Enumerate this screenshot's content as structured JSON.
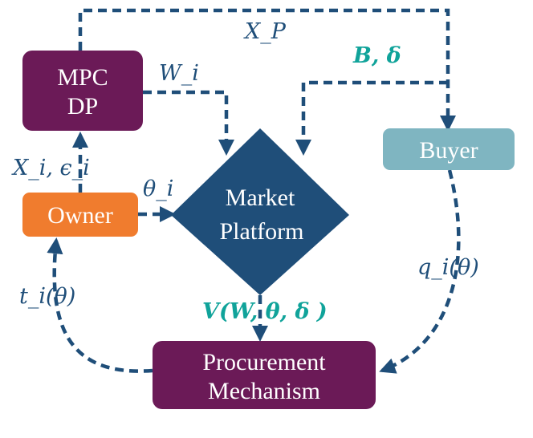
{
  "nodes": {
    "mpc": {
      "line1": "MPC",
      "line2": "DP",
      "color": "#6b1a57"
    },
    "owner": {
      "label": "Owner",
      "color": "#f07c2e"
    },
    "market": {
      "line1": "Market",
      "line2": "Platform",
      "color": "#1f4e79"
    },
    "buyer": {
      "label": "Buyer",
      "color": "#7fb5c1"
    },
    "procurement": {
      "line1": "Procurement",
      "line2": "Mechanism",
      "color": "#6b1a57"
    }
  },
  "edges": {
    "xp": "X_P",
    "wi": "W_i",
    "b_delta": "B, δ",
    "xi_eps": "X_i, ϵ_i",
    "theta_i": "θ_i",
    "t_theta": "t_i(θ)",
    "q_theta": "q_i(θ)",
    "v_func": "V(W, θ, δ )"
  },
  "colors": {
    "edge": "#1f4e79",
    "teal": "#10a39a"
  }
}
